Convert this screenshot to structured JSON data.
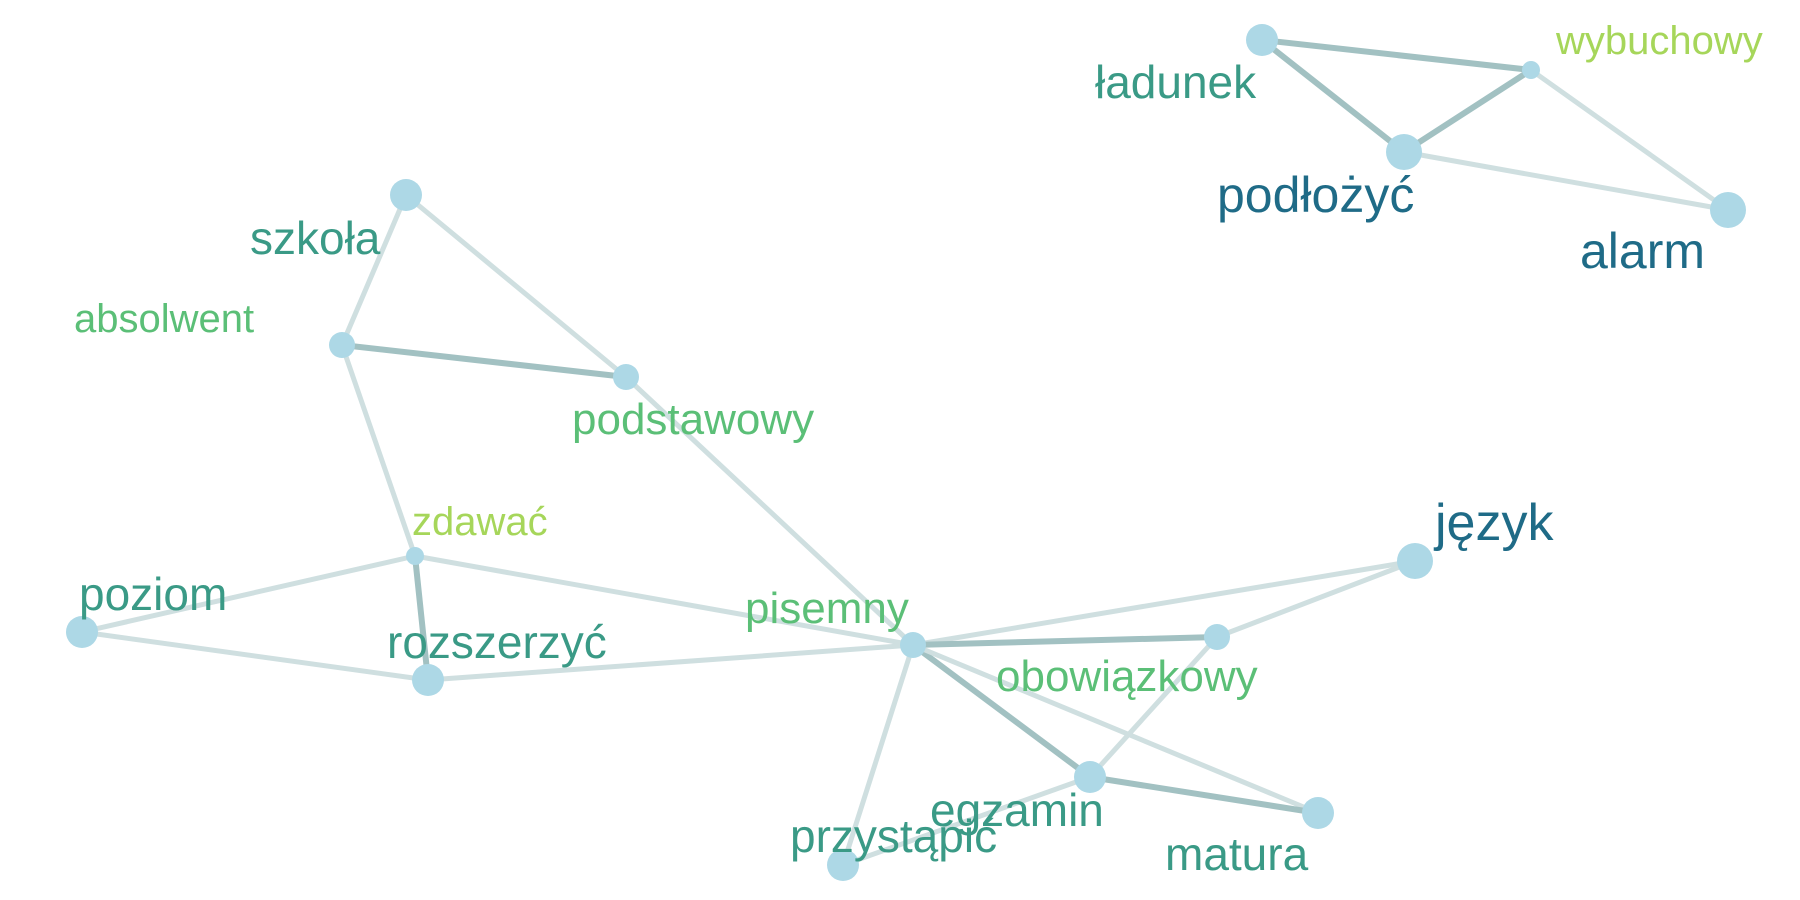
{
  "graph": {
    "nodes": [
      {
        "id": "ladunek",
        "label": "ładunek",
        "color": "#3a9a86",
        "weight": 3
      },
      {
        "id": "wybuchowy",
        "label": "wybuchowy",
        "color": "#a6d65a",
        "weight": 1
      },
      {
        "id": "podlozyc",
        "label": "podłożyć",
        "color": "#1f6b87",
        "weight": 4
      },
      {
        "id": "alarm",
        "label": "alarm",
        "color": "#1f6b87",
        "weight": 4
      },
      {
        "id": "szkola",
        "label": "szkoła",
        "color": "#3a9a86",
        "weight": 3
      },
      {
        "id": "absolwent",
        "label": "absolwent",
        "color": "#5bbf77",
        "weight": 2
      },
      {
        "id": "podstawowy",
        "label": "podstawowy",
        "color": "#5bbf77",
        "weight": 2
      },
      {
        "id": "zdawac",
        "label": "zdawać",
        "color": "#a6d65a",
        "weight": 1
      },
      {
        "id": "poziom",
        "label": "poziom",
        "color": "#3a9a86",
        "weight": 3
      },
      {
        "id": "rozszerzyc",
        "label": "rozszerzyć",
        "color": "#3a9a86",
        "weight": 3
      },
      {
        "id": "pisemny",
        "label": "pisemny",
        "color": "#5bbf77",
        "weight": 2
      },
      {
        "id": "jezyk",
        "label": "język",
        "color": "#1f6b87",
        "weight": 4
      },
      {
        "id": "obowiazkowy",
        "label": "obowiązkowy",
        "color": "#5bbf77",
        "weight": 2
      },
      {
        "id": "egzamin",
        "label": "egzamin",
        "color": "#3a9a86",
        "weight": 3
      },
      {
        "id": "przystapic",
        "label": "przystąpić",
        "color": "#3a9a86",
        "weight": 3
      },
      {
        "id": "matura",
        "label": "matura",
        "color": "#3a9a86",
        "weight": 3
      }
    ],
    "edges": [
      {
        "source": "ladunek",
        "target": "wybuchowy",
        "strength": "strong"
      },
      {
        "source": "ladunek",
        "target": "podlozyc",
        "strength": "strong"
      },
      {
        "source": "wybuchowy",
        "target": "podlozyc",
        "strength": "strong"
      },
      {
        "source": "wybuchowy",
        "target": "alarm",
        "strength": "weak"
      },
      {
        "source": "podlozyc",
        "target": "alarm",
        "strength": "weak"
      },
      {
        "source": "szkola",
        "target": "absolwent",
        "strength": "weak"
      },
      {
        "source": "szkola",
        "target": "podstawowy",
        "strength": "weak"
      },
      {
        "source": "absolwent",
        "target": "podstawowy",
        "strength": "strong"
      },
      {
        "source": "absolwent",
        "target": "zdawac",
        "strength": "weak"
      },
      {
        "source": "podstawowy",
        "target": "pisemny",
        "strength": "weak"
      },
      {
        "source": "zdawac",
        "target": "poziom",
        "strength": "weak"
      },
      {
        "source": "zdawac",
        "target": "rozszerzyc",
        "strength": "strong"
      },
      {
        "source": "zdawac",
        "target": "pisemny",
        "strength": "weak"
      },
      {
        "source": "poziom",
        "target": "rozszerzyc",
        "strength": "weak"
      },
      {
        "source": "rozszerzyc",
        "target": "pisemny",
        "strength": "weak"
      },
      {
        "source": "pisemny",
        "target": "jezyk",
        "strength": "weak"
      },
      {
        "source": "pisemny",
        "target": "obowiazkowy",
        "strength": "strong"
      },
      {
        "source": "pisemny",
        "target": "egzamin",
        "strength": "strong"
      },
      {
        "source": "pisemny",
        "target": "matura",
        "strength": "weak"
      },
      {
        "source": "pisemny",
        "target": "przystapic",
        "strength": "weak"
      },
      {
        "source": "jezyk",
        "target": "obowiazkowy",
        "strength": "weak"
      },
      {
        "source": "obowiazkowy",
        "target": "egzamin",
        "strength": "weak"
      },
      {
        "source": "egzamin",
        "target": "matura",
        "strength": "strong"
      },
      {
        "source": "egzamin",
        "target": "przystapic",
        "strength": "weak"
      }
    ],
    "colors": {
      "node_fill": "#add8e6",
      "edge_strong": "#a2c1c2",
      "edge_weak": "#cfdfe0"
    }
  }
}
